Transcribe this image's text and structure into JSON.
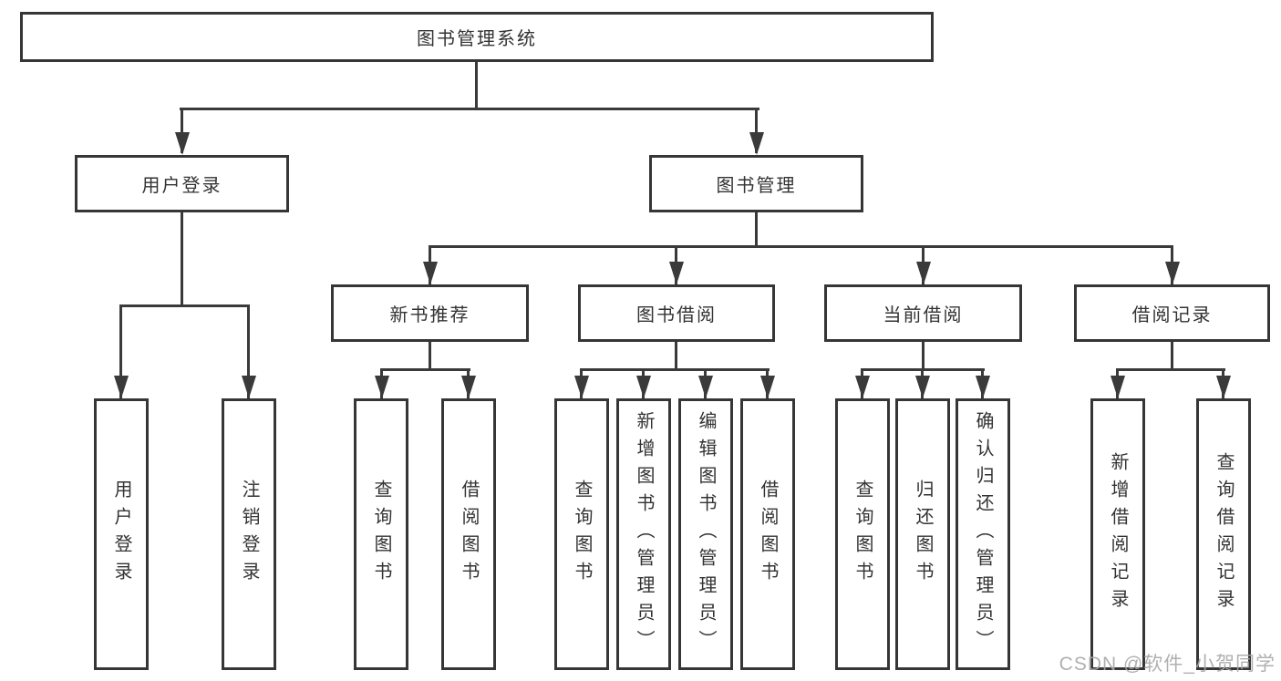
{
  "diagram": {
    "type": "hierarchy-flowchart",
    "watermark": "CSDN @软件_小贺同学",
    "colors": {
      "background": "#ffffff",
      "box_border": "#363636",
      "connector_line": "#3a3a3a",
      "text": "#333333",
      "watermark_text": "#a8a8a8"
    },
    "nodes": {
      "root": {
        "label": "图书管理系统"
      },
      "user_login": {
        "label": "用户登录"
      },
      "book_management": {
        "label": "图书管理"
      },
      "new_book_recommendation": {
        "label": "新书推荐"
      },
      "book_borrowing": {
        "label": "图书借阅"
      },
      "current_borrowing": {
        "label": "当前借阅"
      },
      "borrowing_records": {
        "label": "借阅记录"
      },
      "leaf_user_login": {
        "label": "用户登录"
      },
      "leaf_logout": {
        "label": "注销登录"
      },
      "leaf_query_books_rec": {
        "label": "查询图书"
      },
      "leaf_borrow_books_rec": {
        "label": "借阅图书"
      },
      "leaf_query_books_borrow": {
        "label": "查询图书"
      },
      "leaf_add_books_admin": {
        "label": "新增图书（管理员）"
      },
      "leaf_edit_books_admin": {
        "label": "编辑图书（管理员）"
      },
      "leaf_borrow_books_borrow": {
        "label": "借阅图书"
      },
      "leaf_query_books_current": {
        "label": "查询图书"
      },
      "leaf_return_books": {
        "label": "归还图书"
      },
      "leaf_confirm_return_admin": {
        "label": "确认归还（管理员）"
      },
      "leaf_add_borrow_record": {
        "label": "新增借阅记录"
      },
      "leaf_query_borrow_record": {
        "label": "查询借阅记录"
      }
    },
    "hierarchy": {
      "root": "图书管理系统",
      "children": [
        {
          "label": "用户登录",
          "children": [
            "用户登录",
            "注销登录"
          ]
        },
        {
          "label": "图书管理",
          "children": [
            {
              "label": "新书推荐",
              "children": [
                "查询图书",
                "借阅图书"
              ]
            },
            {
              "label": "图书借阅",
              "children": [
                "查询图书",
                "新增图书（管理员）",
                "编辑图书（管理员）",
                "借阅图书"
              ]
            },
            {
              "label": "当前借阅",
              "children": [
                "查询图书",
                "归还图书",
                "确认归还（管理员）"
              ]
            },
            {
              "label": "借阅记录",
              "children": [
                "新增借阅记录",
                "查询借阅记录"
              ]
            }
          ]
        }
      ]
    }
  }
}
